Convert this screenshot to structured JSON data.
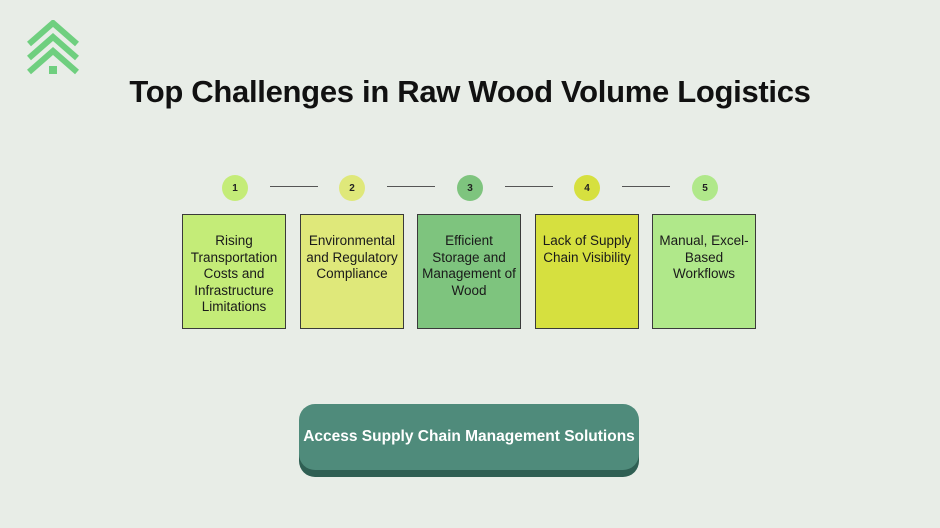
{
  "title": "Top Challenges in Raw Wood Volume Logistics",
  "steps": [
    {
      "number": "1",
      "label": "Rising Transportation Costs and Infrastructure Limitations",
      "badge_color": "#c4ec78",
      "card_color": "#c4ec78"
    },
    {
      "number": "2",
      "label": "Environmental and Regulatory Compliance",
      "badge_color": "#dfe87a",
      "card_color": "#dfe87a"
    },
    {
      "number": "3",
      "label": "Efficient Storage and Management of Wood",
      "badge_color": "#7ec47e",
      "card_color": "#7ec47e"
    },
    {
      "number": "4",
      "label": "Lack of Supply Chain Visibility",
      "badge_color": "#d6e03f",
      "card_color": "#d6e03f"
    },
    {
      "number": "5",
      "label": "Manual, Excel-Based Workflows",
      "badge_color": "#b0e88a",
      "card_color": "#b0e88a"
    }
  ],
  "cta": {
    "label": "Access Supply Chain Management Solutions",
    "color": "#4f8b7b"
  },
  "logo": {
    "icon": "chevron-stack-logo-icon",
    "color": "#6fcf7f"
  }
}
